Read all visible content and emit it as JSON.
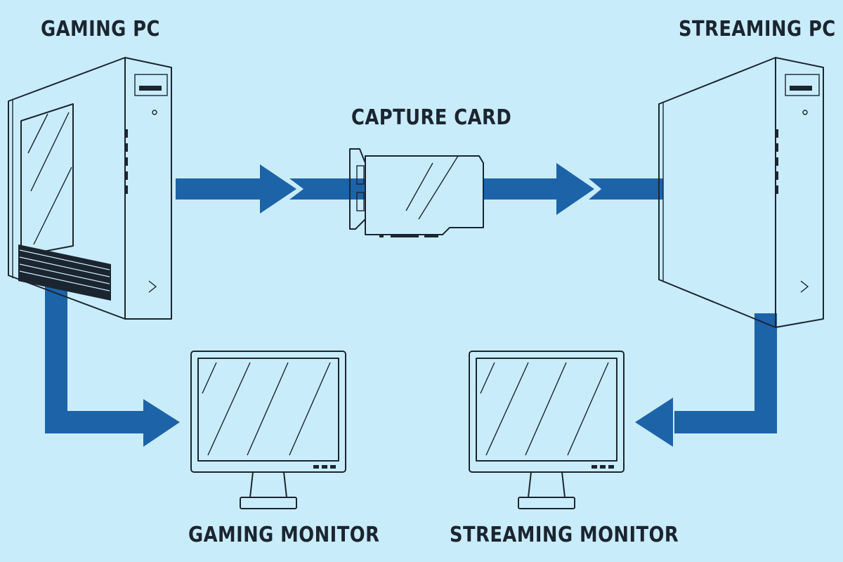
{
  "labels": {
    "gaming_pc": "GAMING PC",
    "streaming_pc": "STREAMING PC",
    "capture_card": "CAPTURE CARD",
    "gaming_monitor": "GAMING MONITOR",
    "streaming_monitor": "STREAMING MONITOR"
  },
  "colors": {
    "background": "#c9ecfb",
    "arrow": "#1d63a8",
    "outline": "#1b2530",
    "device_fill": "#d6f2fd"
  },
  "connections": [
    {
      "from": "gaming_pc",
      "to": "capture_card"
    },
    {
      "from": "capture_card",
      "to": "streaming_pc"
    },
    {
      "from": "gaming_pc",
      "to": "gaming_monitor"
    },
    {
      "from": "streaming_pc",
      "to": "streaming_monitor"
    }
  ]
}
